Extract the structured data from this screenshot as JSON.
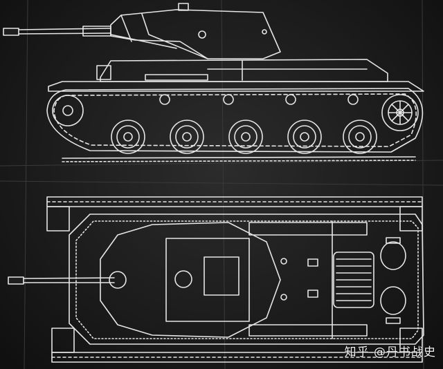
{
  "watermark": {
    "text": "知乎 @丹书战史"
  },
  "colors": {
    "ink": "#e8e8e8",
    "paper": "#1e1e1e"
  },
  "views": [
    {
      "id": "side-elevation",
      "road_wheels": 5,
      "return_rollers": 4
    },
    {
      "id": "plan-view",
      "hatches": 3
    }
  ]
}
